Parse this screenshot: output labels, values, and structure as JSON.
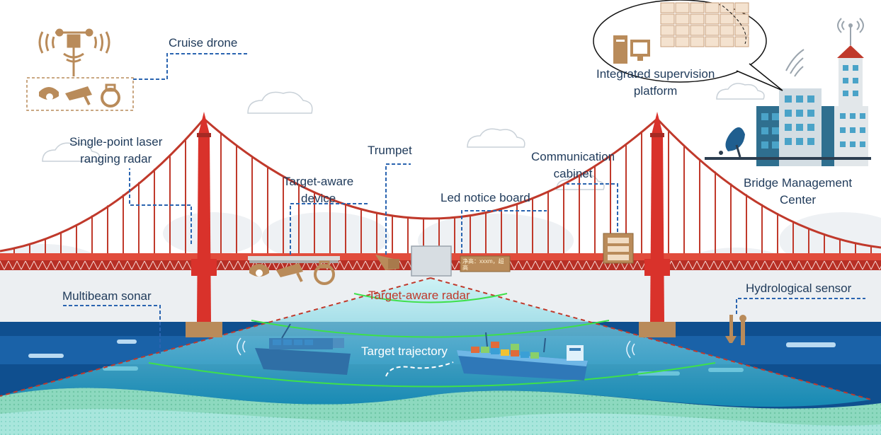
{
  "labels": {
    "cruise_drone": "Cruise drone",
    "laser_radar_line1": "Single-point laser",
    "laser_radar_line2": "ranging radar",
    "trumpet": "Trumpet",
    "target_device_line1": "Target-aware",
    "target_device_line2": "device",
    "led_board": "Led notice board",
    "comm_cabinet_line1": "Communication",
    "comm_cabinet_line2": "cabinet",
    "platform_line1": "Integrated supervision",
    "platform_line2": "platform",
    "center_line1": "Bridge Management",
    "center_line2": "Center",
    "multibeam_sonar": "Multibeam sonar",
    "hydro_sensor": "Hydrological sensor",
    "target_radar": "Target-aware radar",
    "target_trajectory": "Target trajectory"
  },
  "led_board_text": {
    "line1": "净高：xxxm，超",
    "line2": "高"
  },
  "colors": {
    "bridge_red": "#d9322b",
    "deck_dark": "#a52a24",
    "sky": "#ffffff",
    "river_dark": "#0e4f8f",
    "river_mid": "#1f6db3",
    "radar_zone": "#1ab0c8",
    "river_bed": "#7ed3b7",
    "sensor_brown": "#b98b5a",
    "callout_line": "#2a64b0",
    "radar_wave": "#3ee04a",
    "radar_edge": "#c0392b"
  }
}
